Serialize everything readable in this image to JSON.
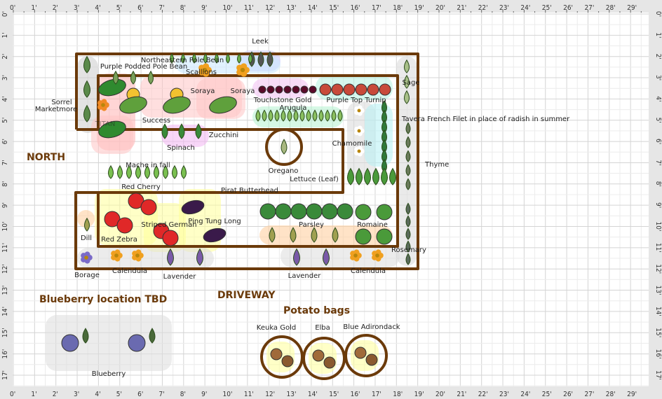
{
  "ruler": {
    "top_ticks": [
      "0'",
      "1'",
      "2'",
      "3'",
      "4'",
      "5'",
      "6'",
      "7'",
      "8'",
      "9'",
      "10'",
      "11'",
      "12'",
      "13'",
      "14'",
      "15'",
      "16'",
      "17'",
      "18'",
      "19'",
      "20'",
      "21'",
      "22'",
      "23'",
      "24'",
      "25'",
      "26'",
      "27'",
      "28'",
      "29'"
    ],
    "side_ticks": [
      "0'",
      "1'",
      "2'",
      "3'",
      "4'",
      "5'",
      "6'",
      "7'",
      "8'",
      "9'",
      "10'",
      "11'",
      "12'",
      "13'",
      "14'",
      "15'",
      "16'",
      "17'"
    ]
  },
  "annotations": {
    "north": "NORTH",
    "driveway": "DRIVEWAY",
    "blueberry_location": "Blueberry location TBD",
    "potato_bags": "Potato bags"
  },
  "plant_labels": [
    "Leek",
    "Northeastern Pole Bean",
    "Purple Podded Pole Bean",
    "Scallions",
    "Sage",
    "Soraya",
    "Soraya",
    "Sorrel",
    "Marketmore",
    "Touchstone Gold",
    "Purple Top Turnip",
    "Arugula",
    "TITAN",
    "Success",
    "Tavera French Filet in place of radish in summer",
    "Zucchini",
    "Spinach",
    "Chamomile",
    "Thyme",
    "Mache in fall",
    "Oregano",
    "Lettuce (Leaf)",
    "Red Cherry",
    "Pirat Butterhead",
    "Ping Tung Long",
    "Striped German",
    "Parsley",
    "Romaine",
    "Dill",
    "Red Zebra",
    "Rosemary",
    "Borage",
    "Calendula",
    "Lavender",
    "Lavender",
    "Calendula",
    "Keuka Gold",
    "Elba",
    "Blue Adirondack",
    "Blueberry"
  ],
  "colors": {
    "bed_border": "#6b3a0a",
    "annotation_text": "#6b3a0a",
    "grid_major": "#d4d4d4",
    "grid_minor": "#ececec",
    "ruler_bg": "#e6e6e6"
  }
}
